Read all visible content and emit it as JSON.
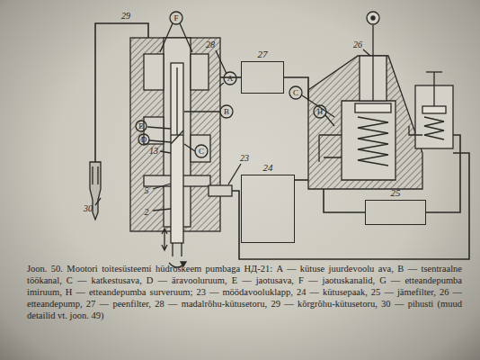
{
  "diagram": {
    "caption": "Joon. 50. Mootori toitesüsteemi hüdroskeem pumbaga НД-21: A — kütuse juurdevoolu ava, B — tsentraalne töökanal, C — katkestusava, D — äravooluruum, E — jaotusava, F — jaotuskanalid, G — etteandepumba imiruum, H — etteandepumba surveruum; 23 — möödavooluklapp, 24 — kütusepaak, 25 — jämefilter, 26 — etteandepump, 27 — peenfilter, 28 — madalrõhu-kütusetoru, 29 — kõrgrõhu-kütusetoru, 30 — pihusti (muud detailid vt. joon. 49)",
    "nodes": [
      {
        "text": [
          "27"
        ]
      },
      {
        "text": [
          "24"
        ]
      },
      {
        "text": [
          "25"
        ]
      }
    ],
    "labels": [
      "29",
      "F",
      "28",
      "A",
      "B",
      "E",
      "D",
      "13",
      "C",
      "5",
      "2",
      "23",
      "30",
      "26",
      "C",
      "H"
    ]
  }
}
